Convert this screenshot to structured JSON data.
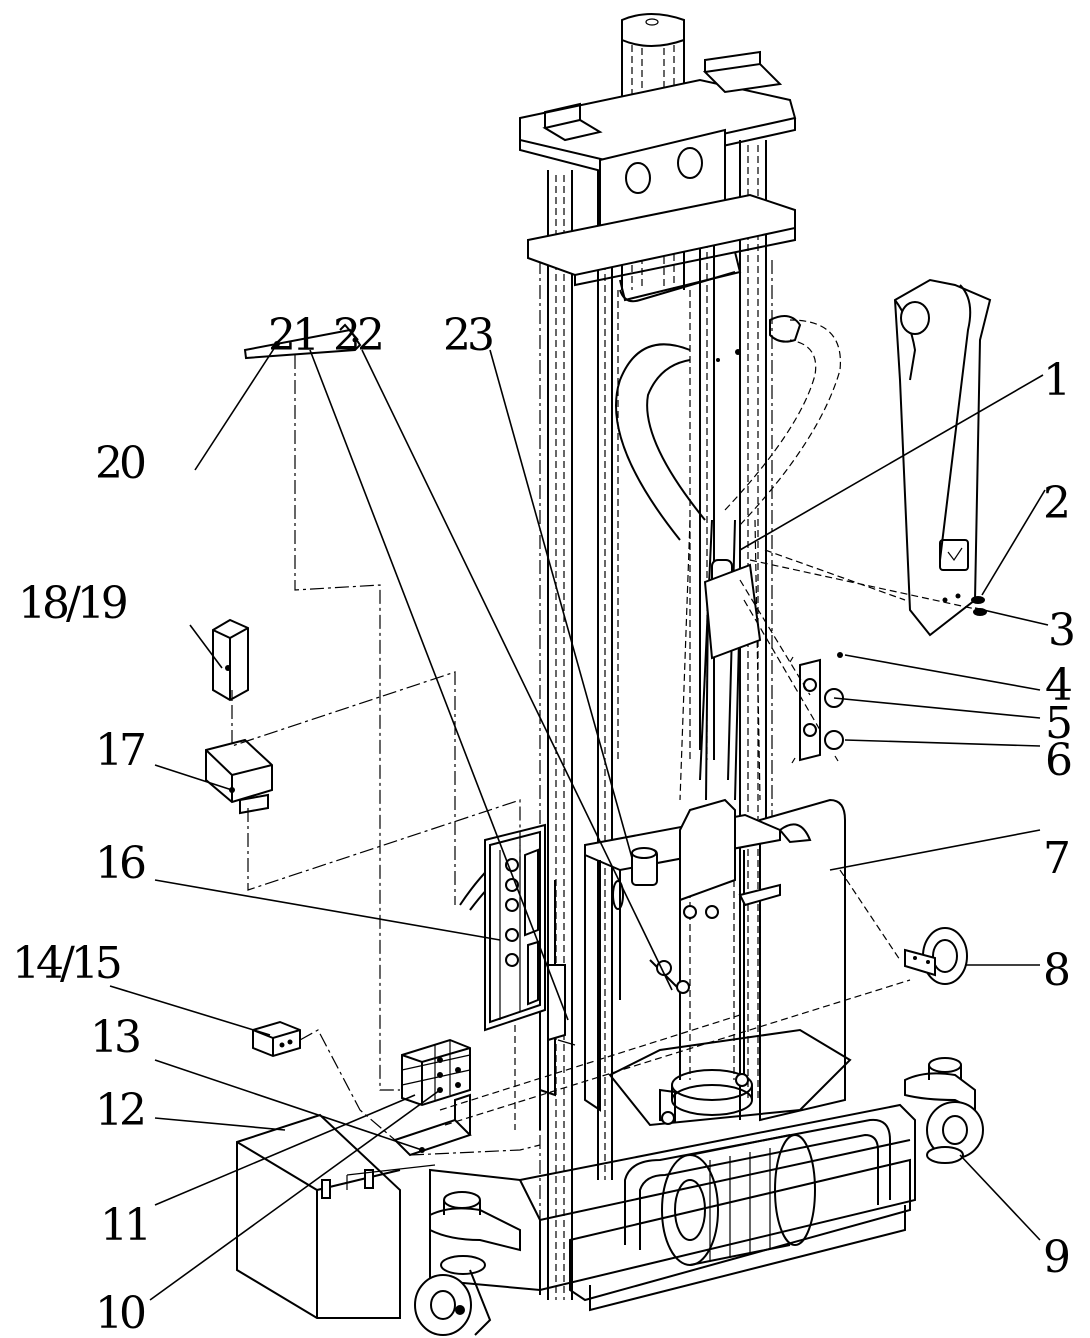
{
  "diagram": {
    "callouts": [
      {
        "id": "c1",
        "text": "1"
      },
      {
        "id": "c2",
        "text": "2"
      },
      {
        "id": "c3",
        "text": "3"
      },
      {
        "id": "c4",
        "text": "4"
      },
      {
        "id": "c5",
        "text": "5"
      },
      {
        "id": "c6",
        "text": "6"
      },
      {
        "id": "c7",
        "text": "7"
      },
      {
        "id": "c8",
        "text": "8"
      },
      {
        "id": "c9",
        "text": "9"
      },
      {
        "id": "c10",
        "text": "10"
      },
      {
        "id": "c11",
        "text": "11"
      },
      {
        "id": "c12",
        "text": "12"
      },
      {
        "id": "c13",
        "text": "13"
      },
      {
        "id": "c14",
        "text": "14/15"
      },
      {
        "id": "c16",
        "text": "16"
      },
      {
        "id": "c17",
        "text": "17"
      },
      {
        "id": "c18",
        "text": "18/19"
      },
      {
        "id": "c20",
        "text": "20"
      },
      {
        "id": "c21",
        "text": "21"
      },
      {
        "id": "c22",
        "text": "22"
      },
      {
        "id": "c23",
        "text": "23"
      }
    ]
  }
}
